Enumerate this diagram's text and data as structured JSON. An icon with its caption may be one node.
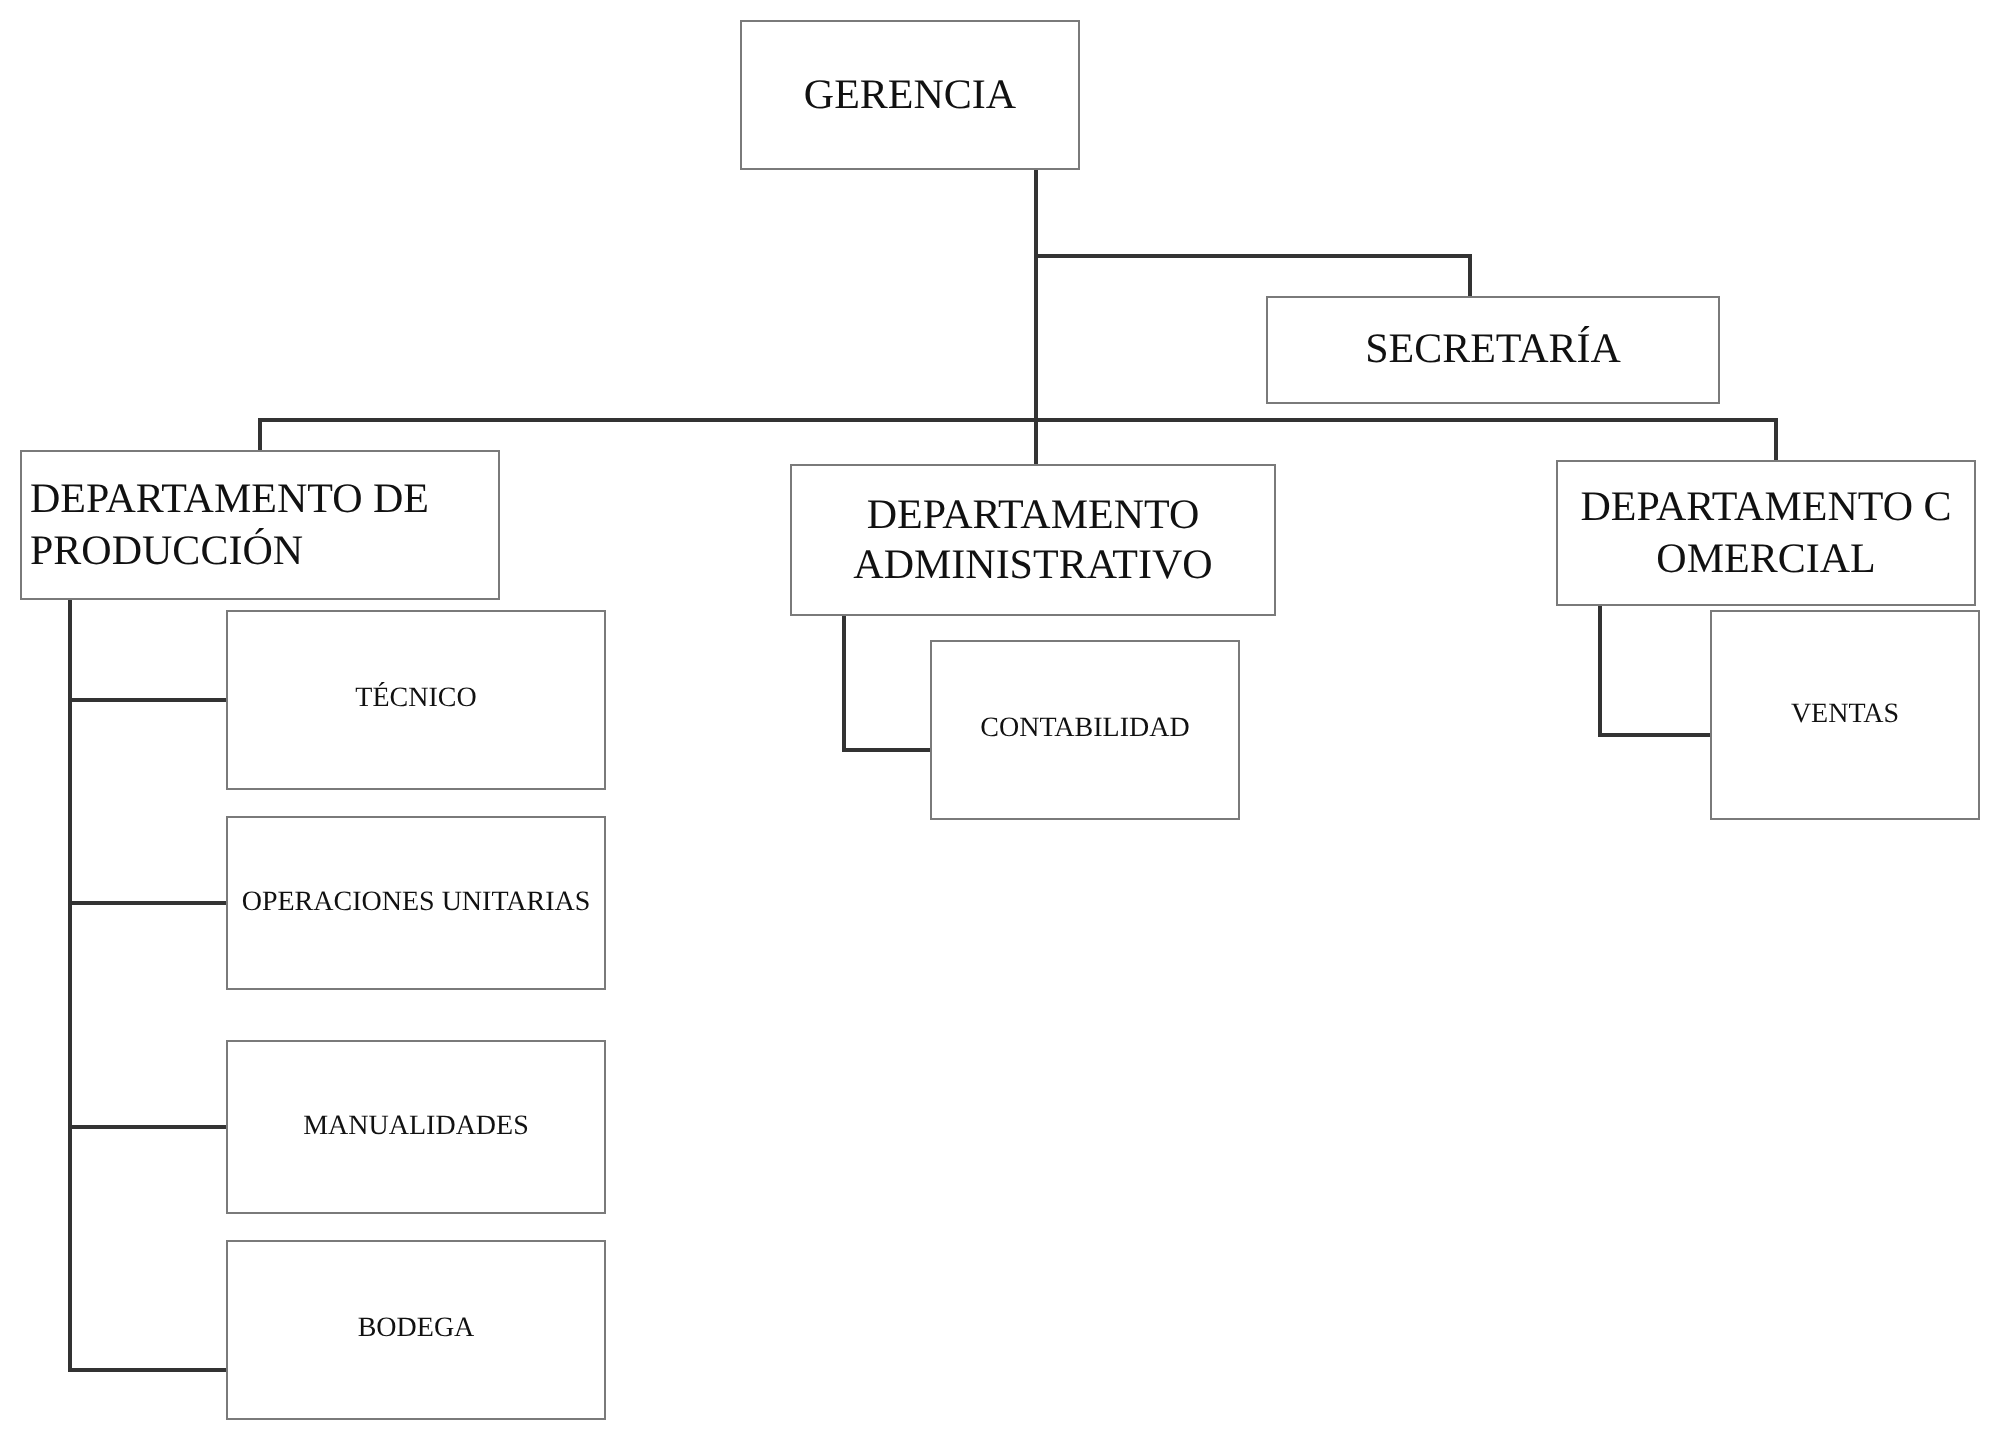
{
  "diagram": {
    "nodes": [
      {
        "text": [
          "GERENCIA"
        ]
      },
      {
        "text": [
          "SECRETARÍA"
        ]
      },
      {
        "text": [
          "DEPARTAMENTO DE PRODUCCIÓN"
        ]
      },
      {
        "text": [
          "DEPARTAMENTO ADMINISTRATIVO"
        ]
      },
      {
        "text": [
          "DEPARTAMENTO COMERCIAL"
        ]
      },
      {
        "text": [
          "TÉCNICO"
        ]
      },
      {
        "text": [
          "OPERACIONES UNITARIAS"
        ]
      },
      {
        "text": [
          "MANUALIDADES"
        ]
      },
      {
        "text": [
          "BODEGA"
        ]
      },
      {
        "text": [
          "CONTABILIDAD"
        ]
      },
      {
        "text": [
          "VENTAS"
        ]
      }
    ],
    "edges": [
      {
        "from": 0,
        "to": 1,
        "arrow": "none"
      },
      {
        "from": 0,
        "to": 2,
        "arrow": "none"
      },
      {
        "from": 0,
        "to": 3,
        "arrow": "none"
      },
      {
        "from": 0,
        "to": 4,
        "arrow": "none"
      },
      {
        "from": 2,
        "to": 5,
        "arrow": "none"
      },
      {
        "from": 2,
        "to": 6,
        "arrow": "none"
      },
      {
        "from": 2,
        "to": 7,
        "arrow": "none"
      },
      {
        "from": 2,
        "to": 8,
        "arrow": "none"
      },
      {
        "from": 3,
        "to": 9,
        "arrow": "none"
      },
      {
        "from": 4,
        "to": 10,
        "arrow": "none"
      }
    ]
  }
}
